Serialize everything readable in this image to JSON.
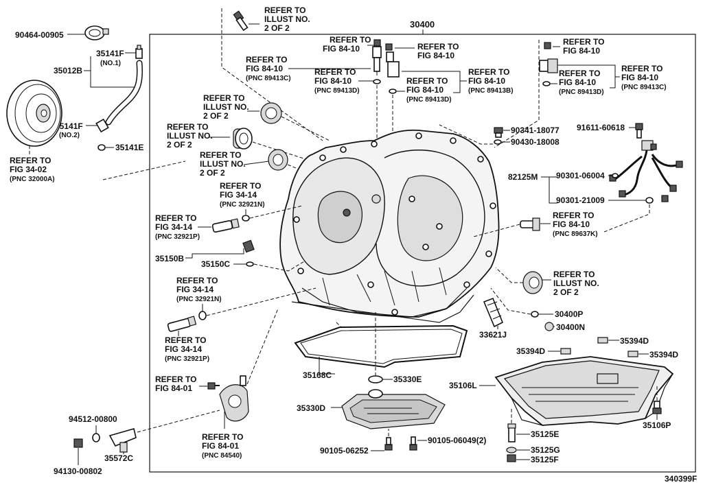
{
  "diagram_id": "340399F",
  "main_part": "30400",
  "highlight_color": "#2f9e2f",
  "labels": {
    "p90464": "90464-00905",
    "p35141F_1": "35141F",
    "no1": "(NO.1)",
    "p35012B": "35012B",
    "p35141F_2": "35141F",
    "no2": "(NO.2)",
    "p35141E": "35141E",
    "ref_fig3402": [
      "REFER TO",
      "FIG 34-02",
      "(PNC 32000A)"
    ],
    "ref_top_illust": [
      "REFER TO",
      "ILLUST NO.",
      "2 OF 2"
    ],
    "ref_tc_1": [
      "REFER TO",
      "FIG 84-10"
    ],
    "ref_tc_2": [
      "REFER TO",
      "FIG 84-10"
    ],
    "ref_l1": [
      "REFER TO",
      "FIG 84-10",
      "(PNC 89413C)"
    ],
    "ref_l2": [
      "REFER TO",
      "FIG 84-10",
      "(PNC 89413D)"
    ],
    "ref_r1": [
      "REFER TO",
      "FIG 84-10",
      "(PNC 89413D)"
    ],
    "ref_r2": [
      "REFER TO",
      "FIG 84-10",
      "(PNC 89413B)"
    ],
    "ref_tr1": [
      "REFER TO",
      "FIG 84-10"
    ],
    "ref_tr2": [
      "REFER TO",
      "FIG 84-10",
      "(PNC 89413D)"
    ],
    "ref_tr3": [
      "REFER TO",
      "FIG 84-10",
      "(PNC 89413C)"
    ],
    "ref_seal1": [
      "REFER TO",
      "ILLUST NO.",
      "2 OF 2"
    ],
    "ref_seal2": [
      "REFER TO",
      "ILLUST NO.",
      "2 OF 2"
    ],
    "ref_seal3": [
      "REFER TO",
      "ILLUST NO.",
      "2 OF 2"
    ],
    "ref_3414a": [
      "REFER TO",
      "FIG 34-14",
      "(PNC 32921N)"
    ],
    "ref_3414b": [
      "REFER TO",
      "FIG 34-14",
      "(PNC 32921P)"
    ],
    "p35150B": "35150B",
    "p35150C": "35150C",
    "ref_3414c": [
      "REFER TO",
      "FIG 34-14",
      "(PNC 32921N)"
    ],
    "ref_3414d": [
      "REFER TO",
      "FIG 34-14",
      "(PNC 32921P)"
    ],
    "ref_8401a": [
      "REFER TO",
      "FIG 84-01"
    ],
    "p94512": "94512-00800",
    "ref_8401b": [
      "REFER TO",
      "FIG 84-01",
      "(PNC 84540)"
    ],
    "p94130": "94130-00802",
    "p35572C": "35572C",
    "p35168C": "35168C",
    "p35330E": "35330E",
    "p35330D": "35330D",
    "p90105_06252": "90105-06252",
    "p90105_06049": "90105-06049(2)",
    "p90341": "90341-18077",
    "p91611": "91611-60618",
    "p90430": "90430-18008",
    "p82125M": "82125M",
    "p90301_06004": "90301-06004",
    "p90301_21009": "90301-21009",
    "ref_89637K": [
      "REFER TO",
      "FIG 84-10",
      "(PNC 89637K)"
    ],
    "ref_seal4": [
      "REFER TO",
      "ILLUST NO.",
      "2 OF 2"
    ],
    "p30400P": "30400P",
    "p30400N": "30400N",
    "p33621J": "33621J",
    "p35394D_a": "35394D",
    "p35394D_b": "35394D",
    "p35394D_c": "35394D",
    "p35106L": "35106L",
    "p35106P": "35106P",
    "p35125E": "35125E",
    "p35125G": "35125G",
    "p35125F": "35125F"
  }
}
